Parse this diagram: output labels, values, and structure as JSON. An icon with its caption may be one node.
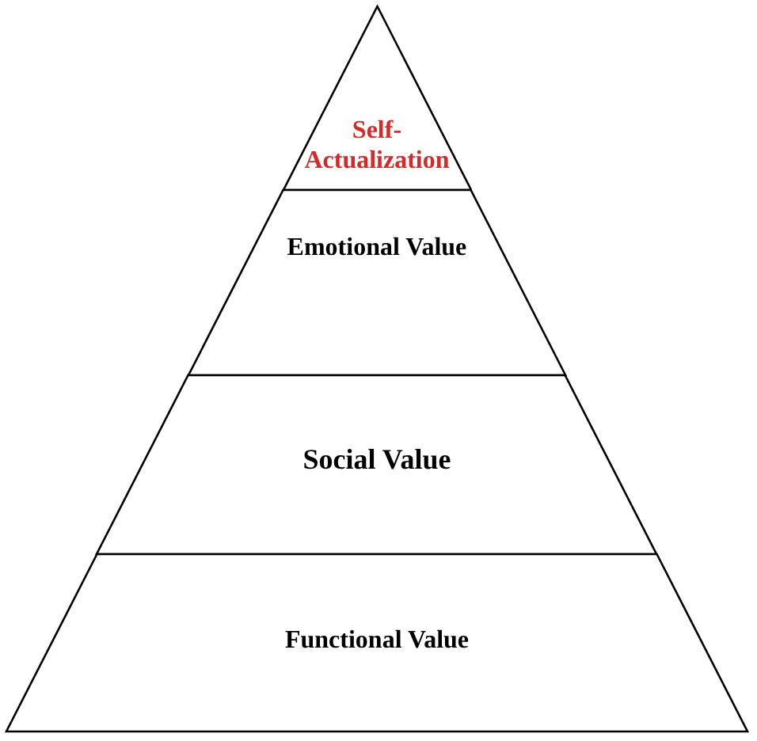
{
  "diagram": {
    "nodes": [
      {
        "text": [
          "Self-Actualization"
        ]
      },
      {
        "text": [
          "Emotional Value"
        ]
      },
      {
        "text": [
          "Social Value"
        ]
      },
      {
        "text": [
          "Functional Value"
        ]
      }
    ]
  }
}
